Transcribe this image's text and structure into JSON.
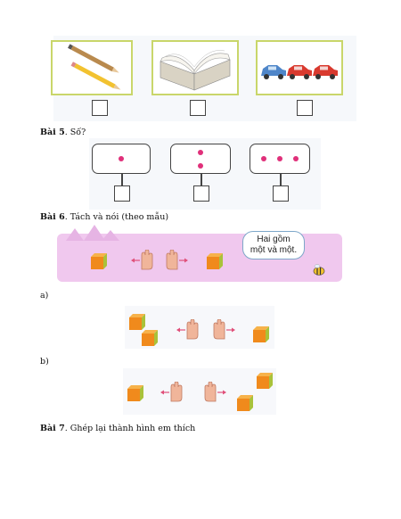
{
  "bai5": {
    "number": "Bài 5",
    "title": ". Số?"
  },
  "bai6": {
    "number": "Bài 6",
    "title": ". Tách và nói (theo mẫu)",
    "bubble_line1": "Hai gồm",
    "bubble_line2": "một và một.",
    "part_a": "a)",
    "part_b": "b)"
  },
  "bai7": {
    "number": "Bài 7",
    "title": ". Ghép lại thành hình em thích"
  },
  "top_cards": [
    "pencils-card",
    "book-card",
    "cars-card"
  ],
  "dot_counts": [
    1,
    2,
    3
  ],
  "colors": {
    "card_border": "#c9d66a",
    "dot": "#e0307a",
    "banner": "#f0c8ee",
    "cube_front": "#f08a1c",
    "cube_top": "#f7b24a",
    "cube_side": "#a9c23a"
  }
}
